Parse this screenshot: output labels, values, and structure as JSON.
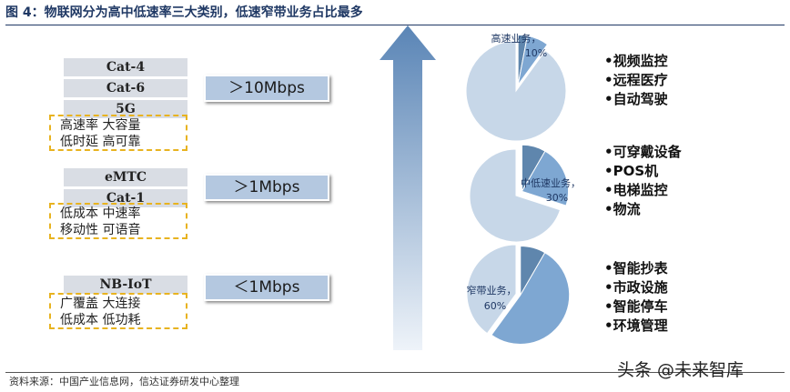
{
  "title": "图 4：物联网分为高中低速率三大类别，低速窄带业务占比最多",
  "tiers": [
    {
      "techs": [
        "Cat-4",
        "Cat-6",
        "5G"
      ],
      "features": [
        "高速率 大容量",
        "低时延 高可靠"
      ],
      "speed": "＞10Mbps",
      "share_label": "高速业务，",
      "share_pct": "10%",
      "share_value": 10,
      "apps": [
        "•视频监控",
        "•远程医疗",
        "•自动驾驶"
      ]
    },
    {
      "techs": [
        "eMTC",
        "Cat-1"
      ],
      "features": [
        "低成本 中速率",
        "移动性 可语音"
      ],
      "speed": "＞1Mbps",
      "share_label": "中低速业务，",
      "share_pct": "30%",
      "share_value": 30,
      "apps": [
        "•可穿戴设备",
        "•POS机",
        "•电梯监控",
        "•物流"
      ]
    },
    {
      "techs": [
        "NB-IoT"
      ],
      "features": [
        "广覆盖 大连接",
        "低成本 低功耗"
      ],
      "speed": "＜1Mbps",
      "share_label": "窄带业务，",
      "share_pct": "60%",
      "share_value": 60,
      "apps": [
        "•智能抄表",
        "•市政设施",
        "•智能停车",
        "•环境管理"
      ]
    }
  ],
  "source": "资料来源：中国产业信息网，信达证券研发中心整理",
  "watermark": "头条 @未来智库",
  "colors": {
    "title": "#1f3864",
    "pie_light": "#c7d7e8",
    "pie_highlight": "#7ea7d2",
    "pie_small_wedge": "#5f86ad",
    "dash_border": "#e8b320",
    "speed_box": "#b4c8e0",
    "tech_box": "#d9dde4",
    "arrow_top": "#5a85b6",
    "arrow_bottom": "#eef3f9"
  }
}
